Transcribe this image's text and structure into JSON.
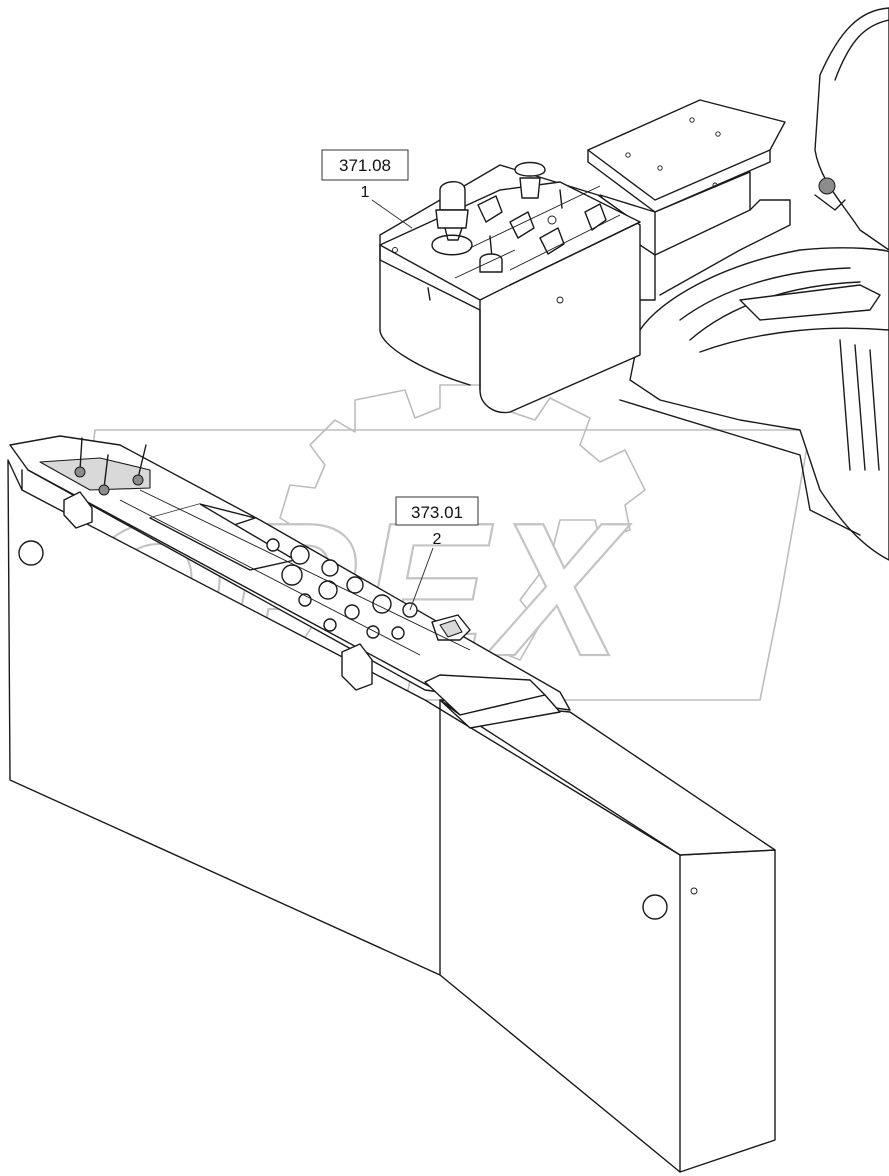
{
  "callouts": [
    {
      "ref": "371.08",
      "item": "1"
    },
    {
      "ref": "373.01",
      "item": "2"
    }
  ],
  "watermark": {
    "text": "OPEX"
  },
  "colors": {
    "line": "#1a1a1a",
    "watermark": "#c4c4c4",
    "background": "#ffffff"
  }
}
